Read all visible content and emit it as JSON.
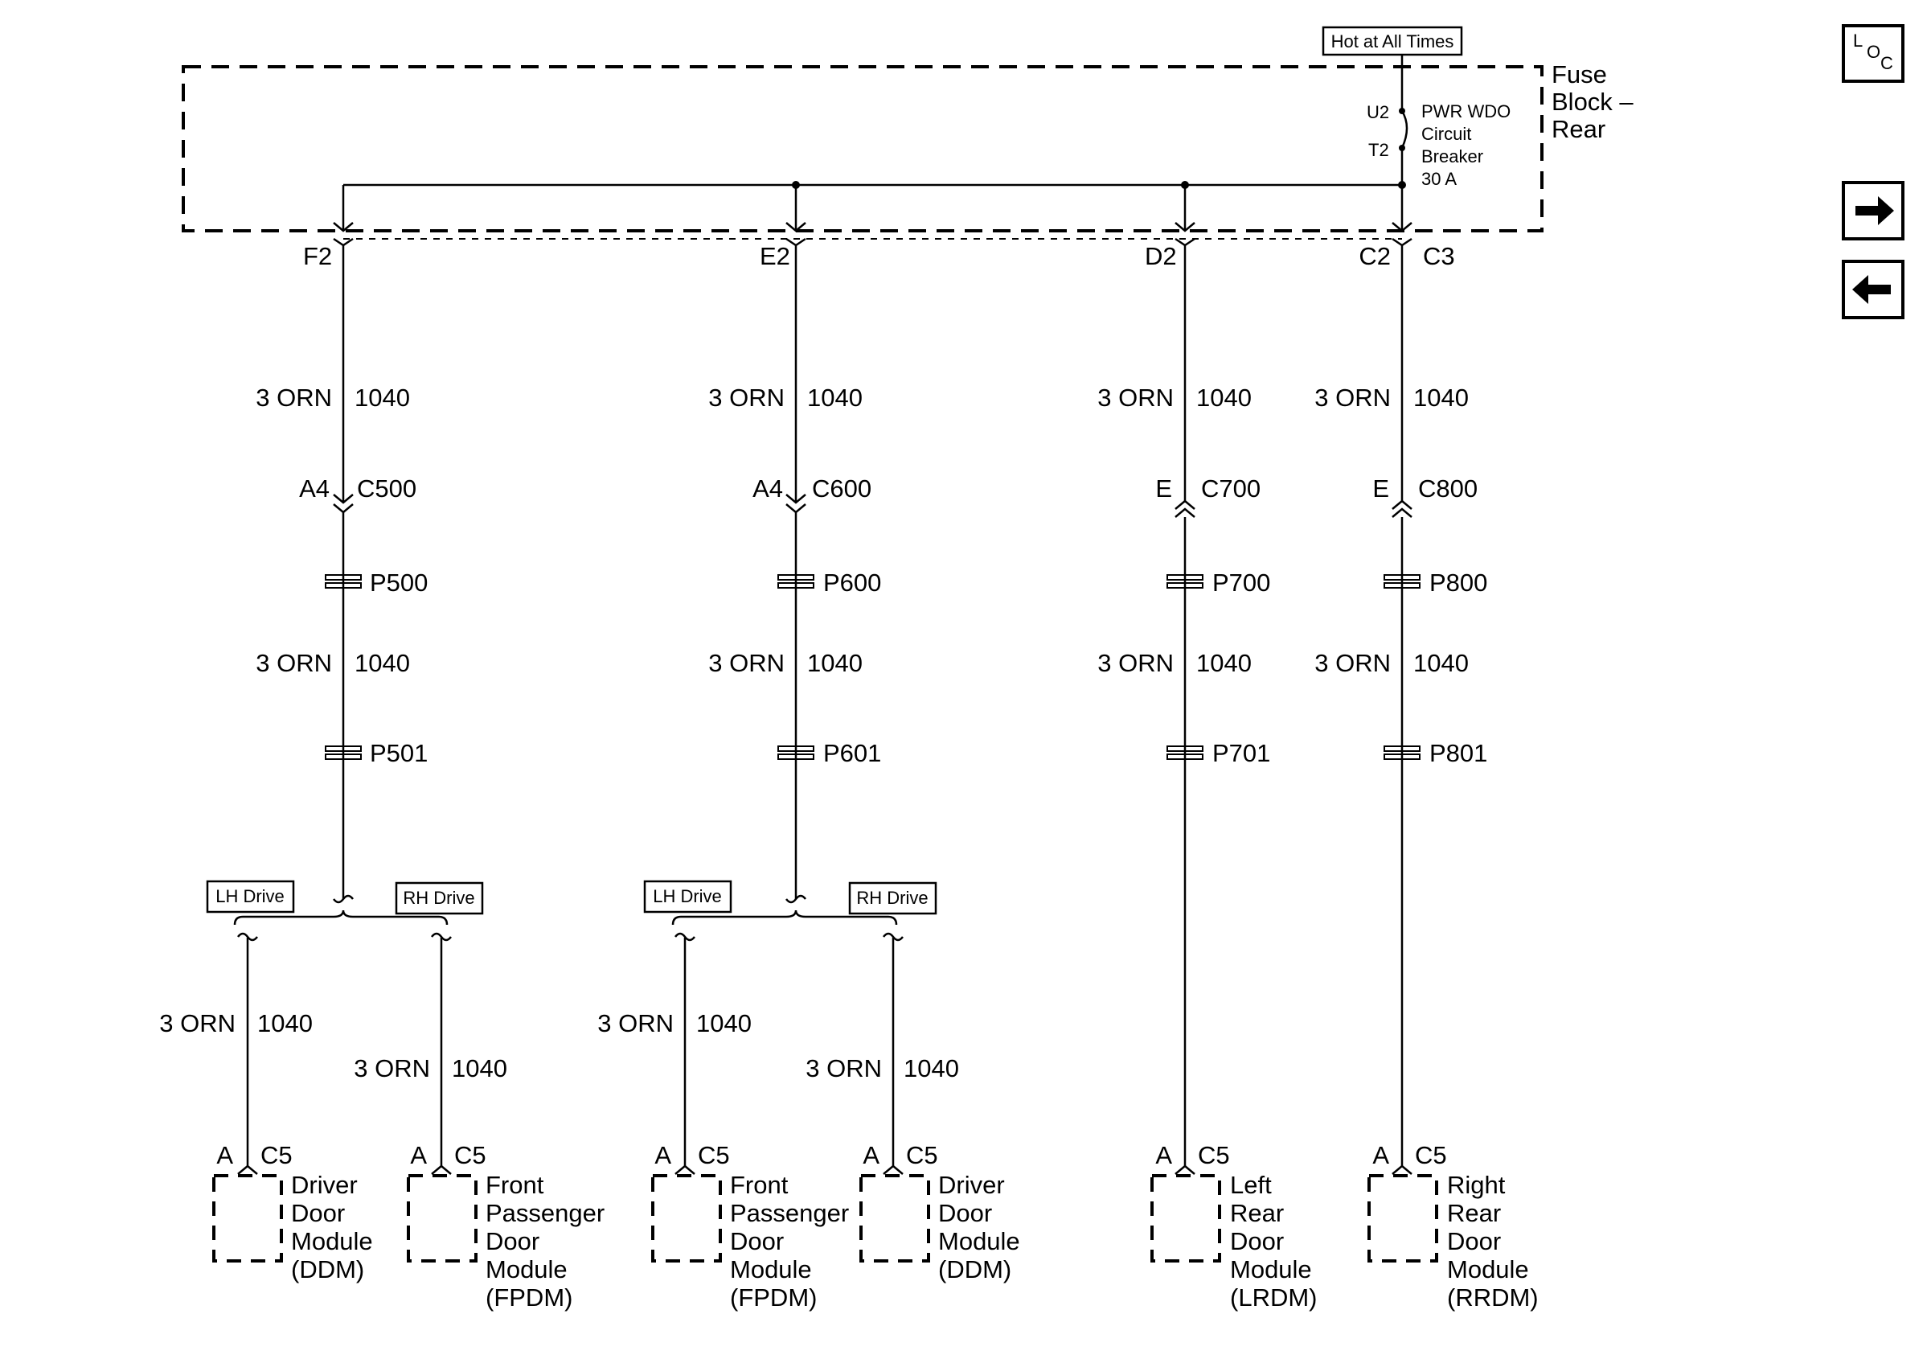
{
  "fuse_block": {
    "hot_label": "Hot at All Times",
    "name_line1": "Fuse",
    "name_line2": "Block –",
    "name_line3": "Rear",
    "breaker_pin_in": "U2",
    "breaker_pin_out": "T2",
    "breaker_line1": "PWR WDO",
    "breaker_line2": "Circuit",
    "breaker_line3": "Breaker",
    "breaker_line4": "30 A"
  },
  "nav": {
    "loc_l": "L",
    "loc_o": "O",
    "loc_c": "C",
    "next_icon": "arrow-right-icon",
    "prev_icon": "arrow-left-icon"
  },
  "branches": [
    {
      "fuse_pin": "F2",
      "wire1_gauge": "3 ORN",
      "wire1_circuit": "1040",
      "conn_pin": "A4",
      "conn_id": "C500",
      "splice1": "P500",
      "wire2_gauge": "3 ORN",
      "wire2_circuit": "1040",
      "splice2": "P501",
      "lh_drive": "LH Drive",
      "rh_drive": "RH Drive",
      "left_wire_gauge": "3 ORN",
      "left_wire_circuit": "1040",
      "right_wire_gauge": "3 ORN",
      "right_wire_circuit": "1040",
      "left_module": {
        "pin": "A",
        "conn": "C5",
        "lines": [
          "Driver",
          "Door",
          "Module",
          "(DDM)"
        ]
      },
      "right_module": {
        "pin": "A",
        "conn": "C5",
        "lines": [
          "Front",
          "Passenger",
          "Door",
          "Module",
          "(FPDM)"
        ]
      }
    },
    {
      "fuse_pin": "E2",
      "wire1_gauge": "3 ORN",
      "wire1_circuit": "1040",
      "conn_pin": "A4",
      "conn_id": "C600",
      "splice1": "P600",
      "wire2_gauge": "3 ORN",
      "wire2_circuit": "1040",
      "splice2": "P601",
      "lh_drive": "LH Drive",
      "rh_drive": "RH Drive",
      "left_wire_gauge": "3 ORN",
      "left_wire_circuit": "1040",
      "right_wire_gauge": "3 ORN",
      "right_wire_circuit": "1040",
      "left_module": {
        "pin": "A",
        "conn": "C5",
        "lines": [
          "Front",
          "Passenger",
          "Door",
          "Module",
          "(FPDM)"
        ]
      },
      "right_module": {
        "pin": "A",
        "conn": "C5",
        "lines": [
          "Driver",
          "Door",
          "Module",
          "(DDM)"
        ]
      }
    },
    {
      "fuse_pin": "D2",
      "wire1_gauge": "3 ORN",
      "wire1_circuit": "1040",
      "conn_pin": "E",
      "conn_id": "C700",
      "splice1": "P700",
      "wire2_gauge": "3 ORN",
      "wire2_circuit": "1040",
      "splice2": "P701",
      "module": {
        "pin": "A",
        "conn": "C5",
        "lines": [
          "Left",
          "Rear",
          "Door",
          "Module",
          "(LRDM)"
        ]
      }
    },
    {
      "fuse_pin": "C2",
      "fuse_pin_b": "C3",
      "wire1_gauge": "3 ORN",
      "wire1_circuit": "1040",
      "conn_pin": "E",
      "conn_id": "C800",
      "splice1": "P800",
      "wire2_gauge": "3 ORN",
      "wire2_circuit": "1040",
      "splice2": "P801",
      "module": {
        "pin": "A",
        "conn": "C5",
        "lines": [
          "Right",
          "Rear",
          "Door",
          "Module",
          "(RRDM)"
        ]
      }
    }
  ]
}
